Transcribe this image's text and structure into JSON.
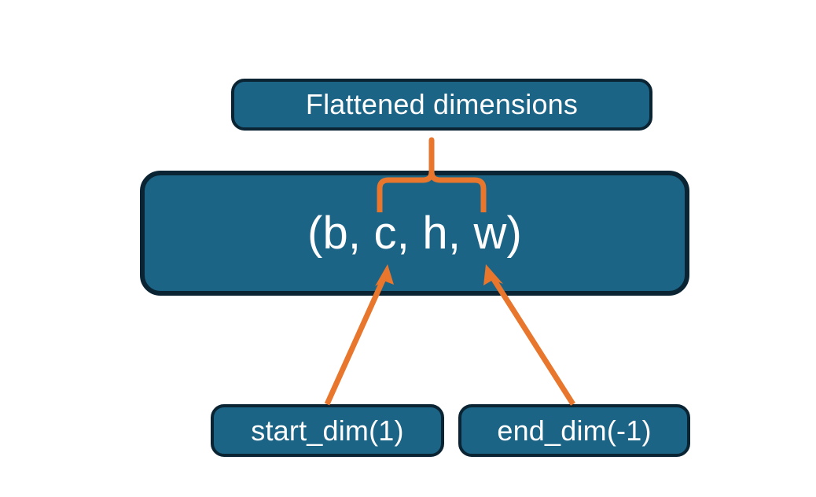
{
  "diagram": {
    "title_box": {
      "label": "Flattened dimensions"
    },
    "shape_box": {
      "label": "(b, c, h, w)"
    },
    "start_box": {
      "label": "start_dim(1)"
    },
    "end_box": {
      "label": "end_dim(-1)"
    },
    "connectors": {
      "brace_name": "curly-brace-up",
      "left_arrow_name": "arrow-start-dim-to-c",
      "right_arrow_name": "arrow-end-dim-to-w"
    },
    "colors": {
      "box_fill": "#1b6485",
      "box_border": "#0b2433",
      "accent": "#e8762c",
      "text": "#ffffff",
      "background": "#ffffff"
    }
  }
}
